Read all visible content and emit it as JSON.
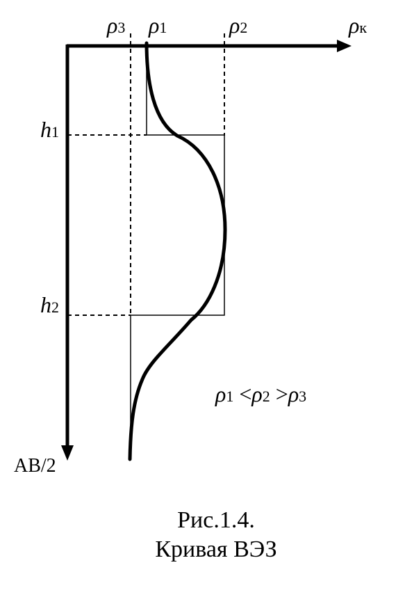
{
  "labels": {
    "rho3": "ρ",
    "rho3_sub": "3",
    "rho1": "ρ",
    "rho1_sub": "1",
    "rho2": "ρ",
    "rho2_sub": "2",
    "rhok": "ρ",
    "rhok_sub": "к",
    "h1": "h",
    "h1_sub": "1",
    "h2": "h",
    "h2_sub": "2",
    "yaxis": "AB/2"
  },
  "relation": {
    "r1": "ρ",
    "s1": "1",
    "op1": " <",
    "r2": "ρ",
    "s2": "2",
    "op2": " >",
    "r3": "ρ",
    "s3": "3"
  },
  "caption": {
    "line1": "Рис.1.4.",
    "line2": "Кривая ВЭЗ"
  }
}
